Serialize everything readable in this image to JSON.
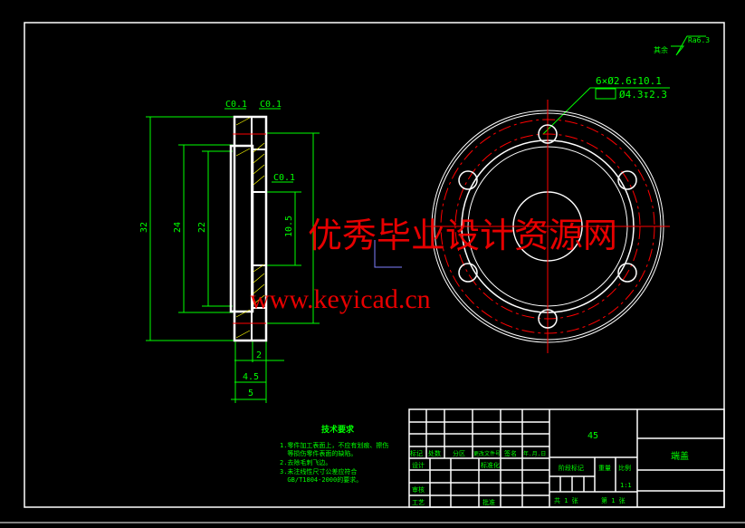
{
  "roughness": {
    "prefix": "其余",
    "value": "Ra6.3"
  },
  "hole_callout": {
    "line1": "6×Ø2.6↧10.1",
    "line2": "Ø4.3↧2.3"
  },
  "side_view": {
    "chamfers": [
      "C0.1",
      "C0.1",
      "C0.1"
    ],
    "dims": {
      "d32": "32",
      "d24": "24",
      "d22": "22",
      "d10_5": "10.5",
      "w2": "2",
      "w4_5": "4.5",
      "w5": "5"
    }
  },
  "watermark": {
    "cn": "优秀毕业设计资源网",
    "url": "www.keyicad.cn"
  },
  "tech_req": {
    "title": "技术要求",
    "lines": [
      "1.零件加工表面上，不应有划痕、擦伤",
      "  等损伤零件表面的缺陷。",
      "2.去除毛刺飞边。",
      "3.未注线性尺寸公差应符合",
      "  GB/T1804-2000的要求。"
    ]
  },
  "title_block": {
    "material": "45",
    "part_name": "端盖",
    "rev_headers": [
      "标记",
      "处数",
      "分区",
      "更改文件号",
      "签名",
      "年.月.日"
    ],
    "design": "设计",
    "standard": "标准化",
    "review": "审核",
    "process": "工艺",
    "approve": "批准",
    "stage_mark": "阶段标记",
    "weight": "重量",
    "scale_label": "比例",
    "scale": "1:1",
    "sheets": "共 1 张",
    "sheet_no": "第 1 张"
  },
  "colors": {
    "line": "#ffffff",
    "dim": "#00ff00",
    "center": "#ff0000",
    "hatch": "#ffff00"
  }
}
